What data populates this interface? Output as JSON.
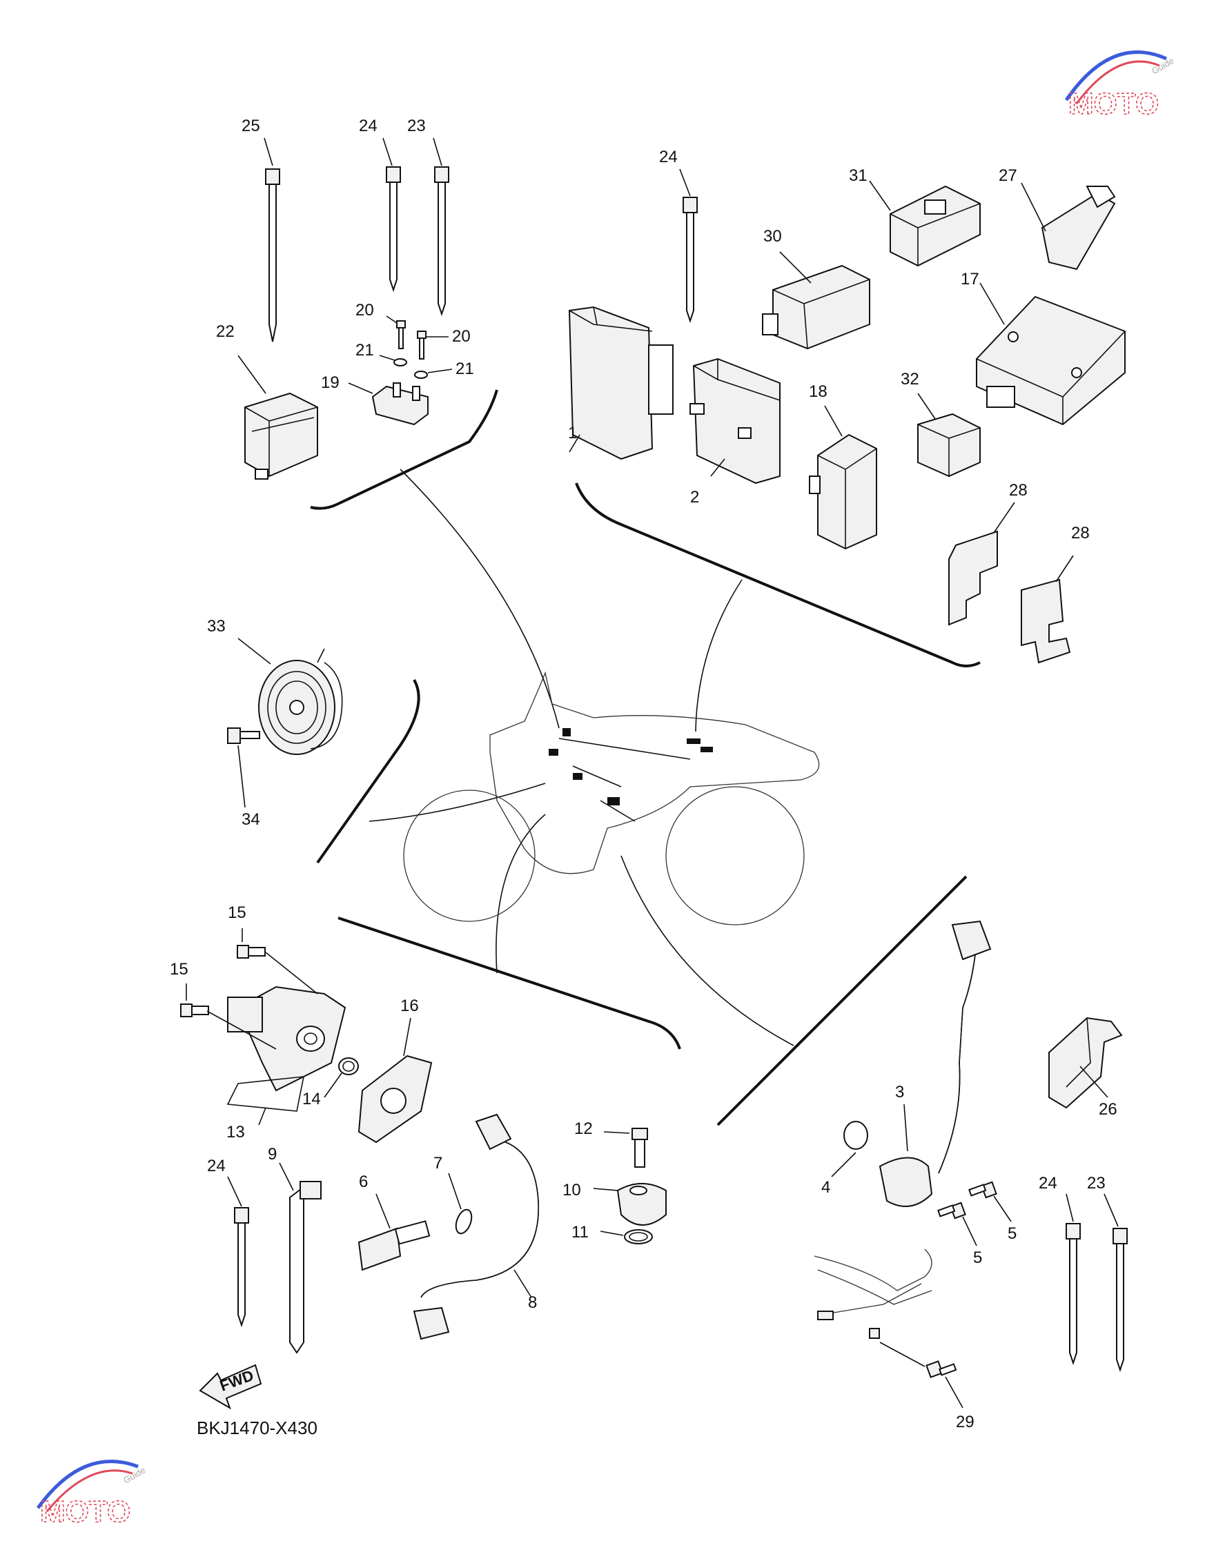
{
  "diagram": {
    "code": "BKJ1470-X430",
    "fwd_label": "FWD",
    "watermark": {
      "brand": "MOTO",
      "sub": "Guide",
      "colors": {
        "red": "#e04a5a",
        "blue": "#3b5bdb",
        "gray": "#9a9a9a"
      }
    },
    "labels": {
      "l25": "25",
      "l24a": "24",
      "l23a": "23",
      "l20a": "20",
      "l20b": "20",
      "l21a": "21",
      "l21b": "21",
      "l19": "19",
      "l22": "22",
      "l24b": "24",
      "l31": "31",
      "l27": "27",
      "l30": "30",
      "l17": "17",
      "l1": "1",
      "l2": "2",
      "l18": "18",
      "l32": "32",
      "l28a": "28",
      "l28b": "28",
      "l33": "33",
      "l34": "34",
      "l15a": "15",
      "l15b": "15",
      "l16": "16",
      "l14": "14",
      "l13": "13",
      "l24c": "24",
      "l9": "9",
      "l6": "6",
      "l7": "7",
      "l8": "8",
      "l12": "12",
      "l10": "10",
      "l11": "11",
      "l3": "3",
      "l4": "4",
      "l5a": "5",
      "l5b": "5",
      "l26": "26",
      "l24d": "24",
      "l23b": "23",
      "l29": "29"
    }
  }
}
